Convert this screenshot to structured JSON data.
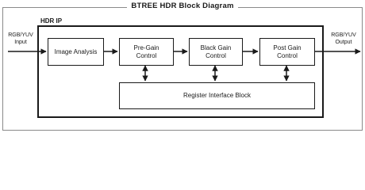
{
  "diagram": {
    "title": "BTREE HDR Block Diagram",
    "container_label": "HDR IP",
    "input": {
      "line1": "RGB/YUV",
      "line2": "Input"
    },
    "output": {
      "line1": "RGB/YUV",
      "line2": "Output"
    },
    "blocks": {
      "image_analysis": "Image Analysis",
      "pre_gain": {
        "line1": "Pre-Gain",
        "line2": "Control"
      },
      "black_gain": {
        "line1": "Black Gain",
        "line2": "Control"
      },
      "post_gain": {
        "line1": "Post Gain",
        "line2": "Control"
      },
      "register_interface": "Register Interface Block"
    }
  }
}
